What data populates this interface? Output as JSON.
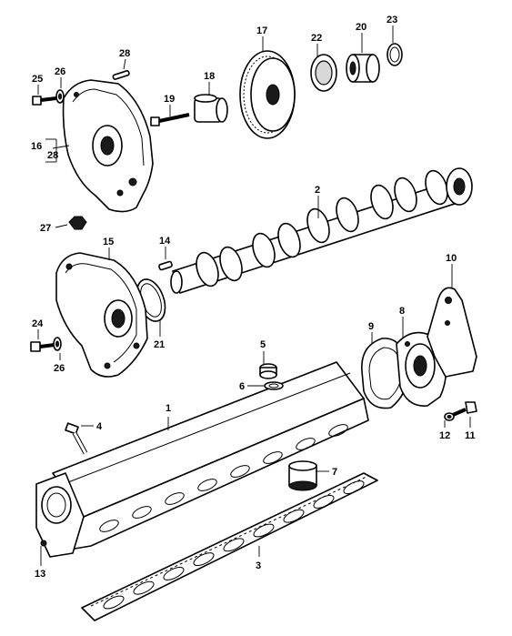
{
  "labels": {
    "p1": "1",
    "p2": "2",
    "p3": "3",
    "p4": "4",
    "p5": "5",
    "p6": "6",
    "p7": "7",
    "p8": "8",
    "p9": "9",
    "p10": "10",
    "p11": "11",
    "p12": "12",
    "p13": "13",
    "p14": "14",
    "p15": "15",
    "p16": "16",
    "p16b": "28",
    "p17": "17",
    "p18": "18",
    "p19": "19",
    "p20": "20",
    "p21": "21",
    "p22": "22",
    "p23": "23",
    "p24": "24",
    "p25": "25",
    "p26a": "26",
    "p26b": "26",
    "p27": "27",
    "p28": "28"
  },
  "colors": {
    "line": "#000000",
    "background": "#ffffff"
  }
}
